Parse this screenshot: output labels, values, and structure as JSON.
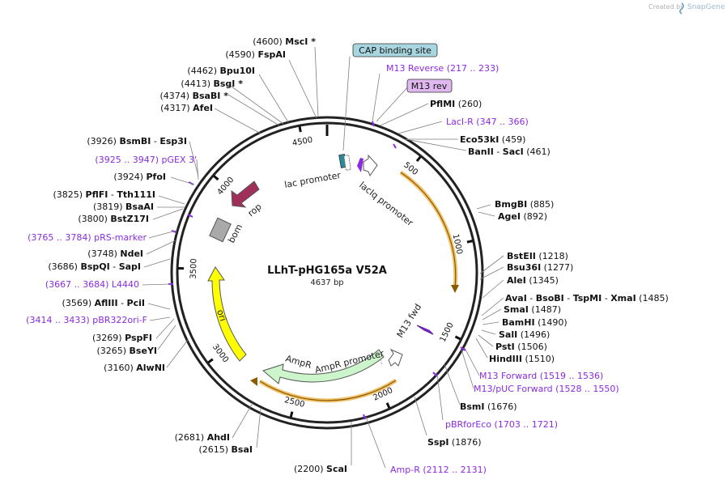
{
  "header": {
    "created_by": "Created by",
    "brand": "SnapGene"
  },
  "plasmid": {
    "name": "LLhT-pHG165a V52A",
    "size_label": "4637 bp",
    "length": 4637
  },
  "colors": {
    "backbone": "#222222",
    "primer": "#8a2be2",
    "orf": "#e8a33a",
    "leader": "#7f7f7f",
    "ori": "#ffff00",
    "ampr": "#ccf5cc",
    "rop": "#a0305a",
    "bom": "#a9a9a9",
    "cap_box": "#a8d6e0",
    "m13rev_box": "#e0b8f0"
  },
  "ticks": [
    {
      "pos": 500,
      "label": "500"
    },
    {
      "pos": 1000,
      "label": "1000"
    },
    {
      "pos": 1500,
      "label": "1500"
    },
    {
      "pos": 2000,
      "label": "2000"
    },
    {
      "pos": 2500,
      "label": "2500"
    },
    {
      "pos": 3000,
      "label": "3000"
    },
    {
      "pos": 3500,
      "label": "3500"
    },
    {
      "pos": 4000,
      "label": "4000"
    },
    {
      "pos": 4500,
      "label": "4500"
    }
  ],
  "features": [
    {
      "name": "lac promoter",
      "icon": "arrow-promoter",
      "color": "#ffffff"
    },
    {
      "name": "lacIq promoter",
      "icon": "arrow-promoter",
      "color": "#ffffff"
    },
    {
      "name": "M13 fwd",
      "icon": "primer-arrow",
      "color": "#8a2be2"
    },
    {
      "name": "AmpR promoter",
      "icon": "arrow-promoter",
      "color": "#ffffff"
    },
    {
      "name": "AmpR",
      "icon": "orf-arrow",
      "color": "#ccf5cc"
    },
    {
      "name": "ori",
      "icon": "orf-arrow",
      "color": "#ffff00"
    },
    {
      "name": "bom",
      "icon": "box",
      "color": "#a9a9a9"
    },
    {
      "name": "rop",
      "icon": "orf-arrow",
      "color": "#a0305a"
    }
  ],
  "boxed_labels": {
    "cap": "CAP binding site",
    "m13rev": "M13 rev"
  },
  "right_labels": [
    {
      "type": "primer",
      "name": "M13 Reverse",
      "range": "(217 .. 233)"
    },
    {
      "type": "site",
      "name": "PflMI",
      "pos": "(260)"
    },
    {
      "type": "primer",
      "name": "LacI-R",
      "range": "(347 .. 366)"
    },
    {
      "type": "site",
      "name": "Eco53kI",
      "pos": "(459)"
    },
    {
      "type": "site2",
      "name": "BanII",
      "name2": "SacI",
      "pos": "(461)"
    },
    {
      "type": "site",
      "name": "BmgBI",
      "pos": "(885)"
    },
    {
      "type": "site",
      "name": "AgeI",
      "pos": "(892)"
    },
    {
      "type": "site",
      "name": "BstEII",
      "pos": "(1218)"
    },
    {
      "type": "site",
      "name": "Bsu36I",
      "pos": "(1277)"
    },
    {
      "type": "site",
      "name": "AleI",
      "pos": "(1345)"
    },
    {
      "type": "site4",
      "name": "AvaI",
      "name2": "BsoBI",
      "name3": "TspMI",
      "name4": "XmaI",
      "pos": "(1485)"
    },
    {
      "type": "site",
      "name": "SmaI",
      "pos": "(1487)"
    },
    {
      "type": "site",
      "name": "BamHI",
      "pos": "(1490)"
    },
    {
      "type": "site",
      "name": "SalI",
      "pos": "(1496)"
    },
    {
      "type": "site",
      "name": "PstI",
      "pos": "(1506)"
    },
    {
      "type": "site",
      "name": "HindIII",
      "pos": "(1510)"
    },
    {
      "type": "primer",
      "name": "M13 Forward",
      "range": "(1519 .. 1536)"
    },
    {
      "type": "primer",
      "name": "M13/pUC Forward",
      "range": "(1528 .. 1550)"
    },
    {
      "type": "site",
      "name": "BsmI",
      "pos": "(1676)"
    },
    {
      "type": "primer",
      "name": "pBRforEco",
      "range": "(1703 .. 1721)"
    },
    {
      "type": "site",
      "name": "SspI",
      "pos": "(1876)"
    },
    {
      "type": "primer",
      "name": "Amp-R",
      "range": "(2112 .. 2131)"
    }
  ],
  "bottom_labels": [
    {
      "name": "ScaI",
      "pos": "(2200)"
    }
  ],
  "left_labels": [
    {
      "type": "site",
      "name": "MscI",
      "star": "*",
      "pos": "(4600)"
    },
    {
      "type": "site",
      "name": "FspAI",
      "pos": "(4590)"
    },
    {
      "type": "site",
      "name": "Bpu10I",
      "pos": "(4462)"
    },
    {
      "type": "site",
      "name": "BsgI",
      "star": "*",
      "pos": "(4413)"
    },
    {
      "type": "site",
      "name": "BsaBI",
      "star": "*",
      "pos": "(4374)"
    },
    {
      "type": "site",
      "name": "AfeI",
      "pos": "(4317)"
    },
    {
      "type": "site2",
      "name": "BsmBI",
      "name2": "Esp3I",
      "pos": "(3926)"
    },
    {
      "type": "primer",
      "name": "pGEX 3'",
      "range": "(3925 .. 3947)"
    },
    {
      "type": "site",
      "name": "PfoI",
      "pos": "(3924)"
    },
    {
      "type": "site2",
      "name": "PflFI",
      "name2": "Tth111I",
      "pos": "(3825)"
    },
    {
      "type": "site",
      "name": "BsaAI",
      "pos": "(3819)"
    },
    {
      "type": "site",
      "name": "BstZ17I",
      "pos": "(3800)"
    },
    {
      "type": "primer",
      "name": "pRS-marker",
      "range": "(3765 .. 3784)"
    },
    {
      "type": "site",
      "name": "NdeI",
      "pos": "(3748)"
    },
    {
      "type": "site2",
      "name": "BspQI",
      "name2": "SapI",
      "pos": "(3686)"
    },
    {
      "type": "primer",
      "name": "L4440",
      "range": "(3667 .. 3684)"
    },
    {
      "type": "site2",
      "name": "AflIII",
      "name2": "PciI",
      "pos": "(3569)"
    },
    {
      "type": "primer",
      "name": "pBR322ori-F",
      "range": "(3414 .. 3433)"
    },
    {
      "type": "site",
      "name": "PspFI",
      "pos": "(3269)"
    },
    {
      "type": "site",
      "name": "BseYI",
      "pos": "(3265)"
    },
    {
      "type": "site",
      "name": "AlwNI",
      "pos": "(3160)"
    },
    {
      "type": "site",
      "name": "AhdI",
      "pos": "(2681)"
    },
    {
      "type": "site",
      "name": "BsaI",
      "pos": "(2615)"
    }
  ]
}
